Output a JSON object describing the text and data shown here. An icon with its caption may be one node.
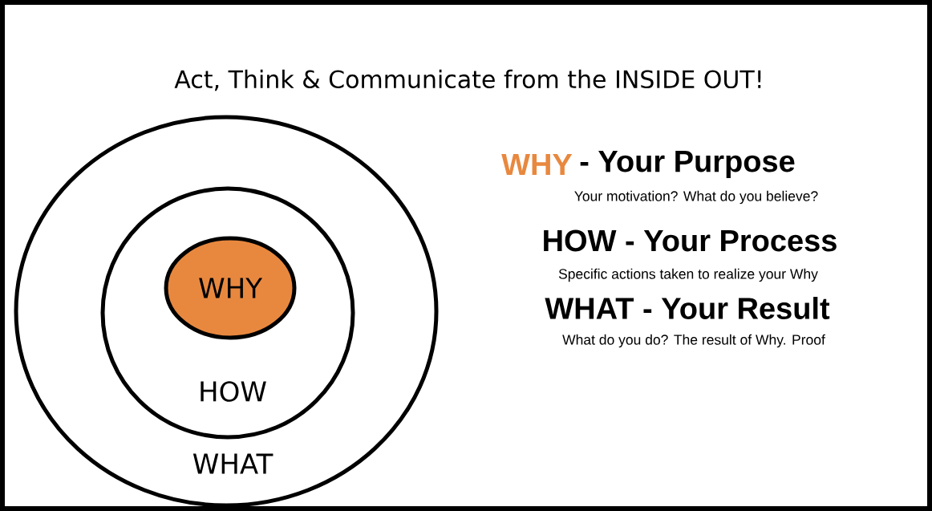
{
  "diagram": {
    "title": "Act, Think & Communicate from the INSIDE OUT!",
    "nodes": [
      {
        "text": [
          "WHAT"
        ]
      },
      {
        "text": [
          "HOW"
        ],
        "in": 0
      },
      {
        "text": [
          "WHY"
        ],
        "in": 1
      }
    ],
    "labels": [
      "WHY",
      "- Your Purpose",
      "Your motivation? What do you believe?",
      "HOW - Your Process",
      "Specific actions taken to realize your Why",
      "WHAT - Your Result",
      "What do you do? The result of Why. Proof"
    ]
  }
}
